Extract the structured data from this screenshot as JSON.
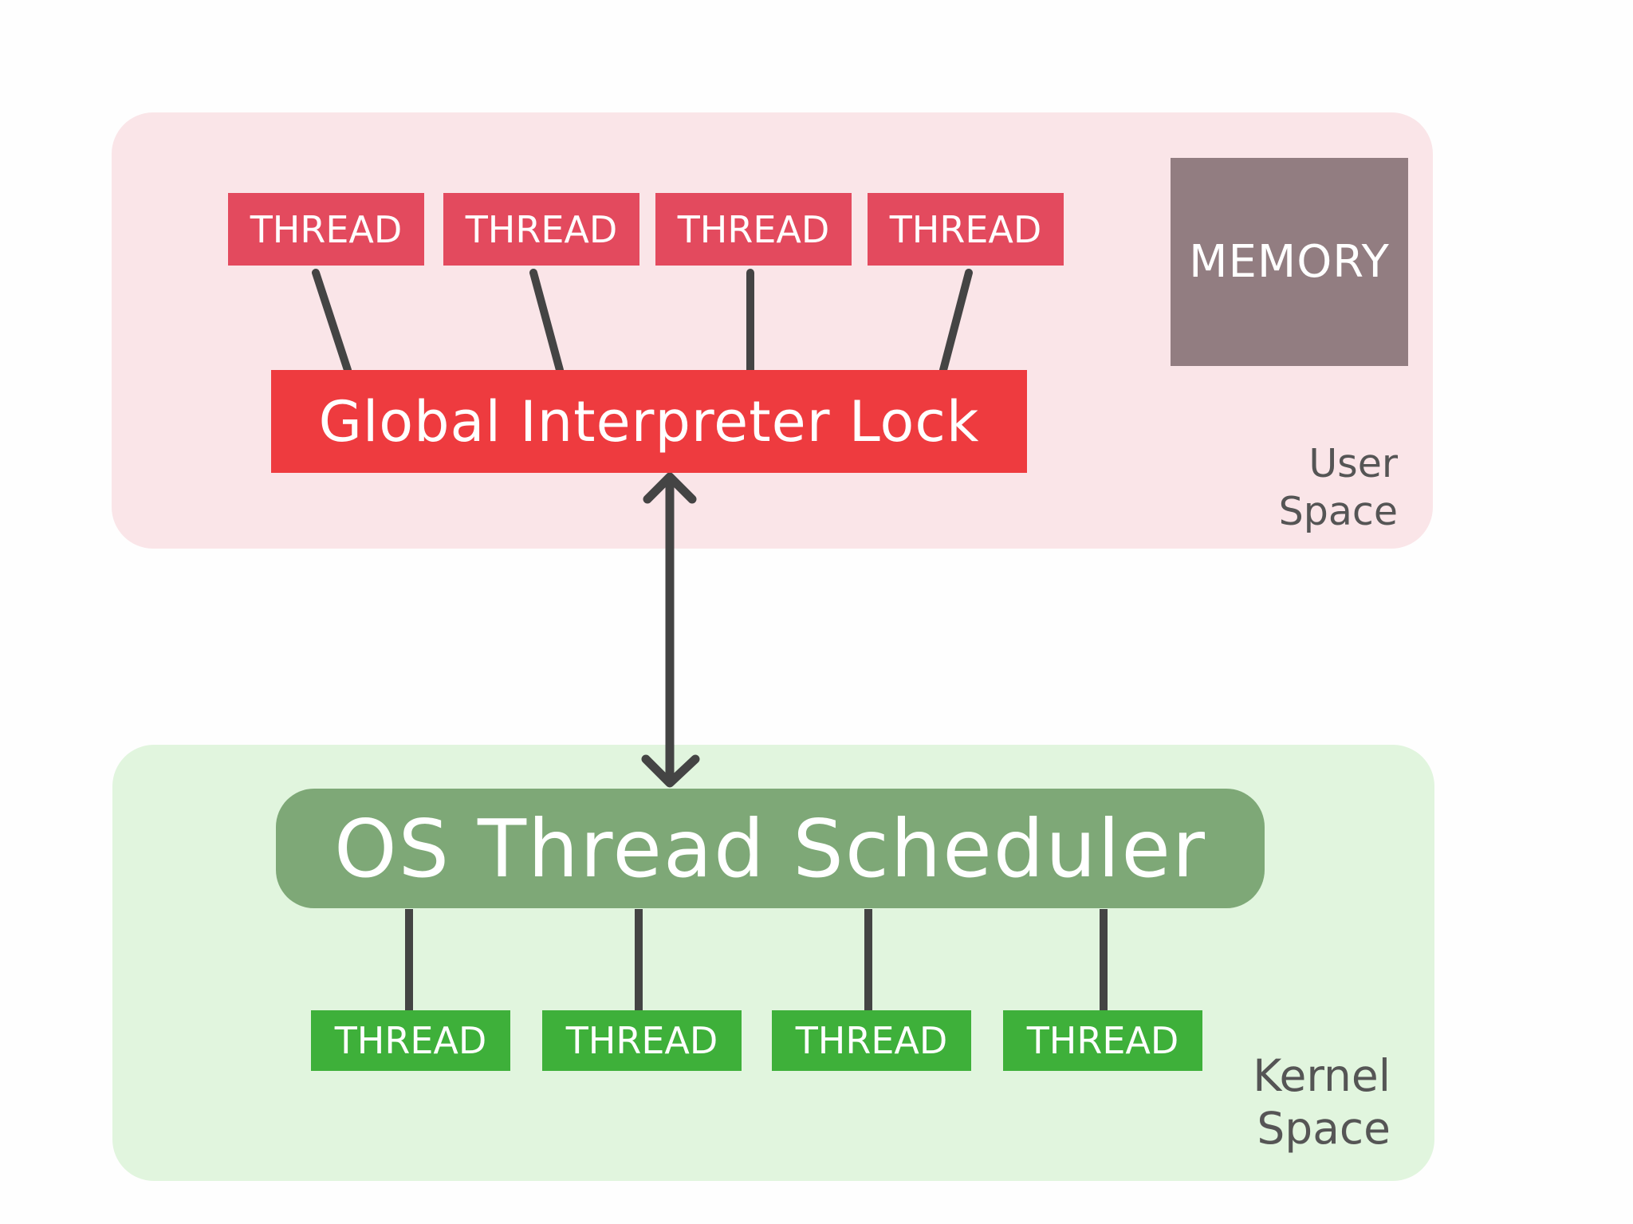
{
  "user_space": {
    "label_line1": "User",
    "label_line2": "Space",
    "threads": [
      {
        "label": "THREAD"
      },
      {
        "label": "THREAD"
      },
      {
        "label": "THREAD"
      },
      {
        "label": "THREAD"
      }
    ],
    "memory_label": "MEMORY",
    "gil_label": "Global Interpreter Lock"
  },
  "kernel_space": {
    "label_line1": "Kernel",
    "label_line2": "Space",
    "scheduler_label": "OS Thread Scheduler",
    "threads": [
      {
        "label": "THREAD"
      },
      {
        "label": "THREAD"
      },
      {
        "label": "THREAD"
      },
      {
        "label": "THREAD"
      }
    ]
  },
  "colors": {
    "user_region": "#fae5e8",
    "kernel_region": "#e1f5de",
    "user_thread": "#e34a5e",
    "gil": "#ee3b3f",
    "memory": "#927d81",
    "scheduler": "#7ea877",
    "kernel_thread": "#3eb03a",
    "connector": "#444444"
  }
}
